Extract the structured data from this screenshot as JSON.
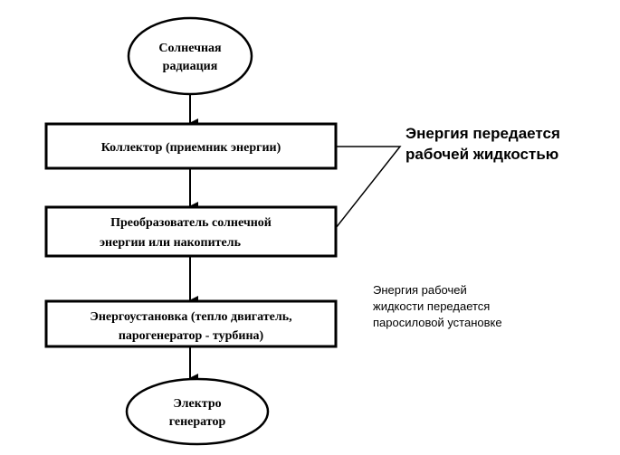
{
  "nodes": {
    "solar_radiation": {
      "line1": "Солнечная",
      "line2": "радиация"
    },
    "collector": {
      "label": "Коллектор (приемник энергии)"
    },
    "converter": {
      "line1": "Преобразователь солнечной",
      "line2": "энергии или накопитель"
    },
    "power_plant": {
      "line1": "Энергоустановка (тепло двигатель,",
      "line2": "парогенератор - турбина)"
    },
    "generator": {
      "line1": "Электро",
      "line2": "генератор"
    }
  },
  "notes": {
    "fluid_transfer": {
      "line1": "Энергия передается",
      "line2": "рабочей жидкостью"
    },
    "steam_transfer": {
      "line1": "Энергия рабочей",
      "line2": "жидкости передается",
      "line3": "паросиловой установке"
    }
  }
}
